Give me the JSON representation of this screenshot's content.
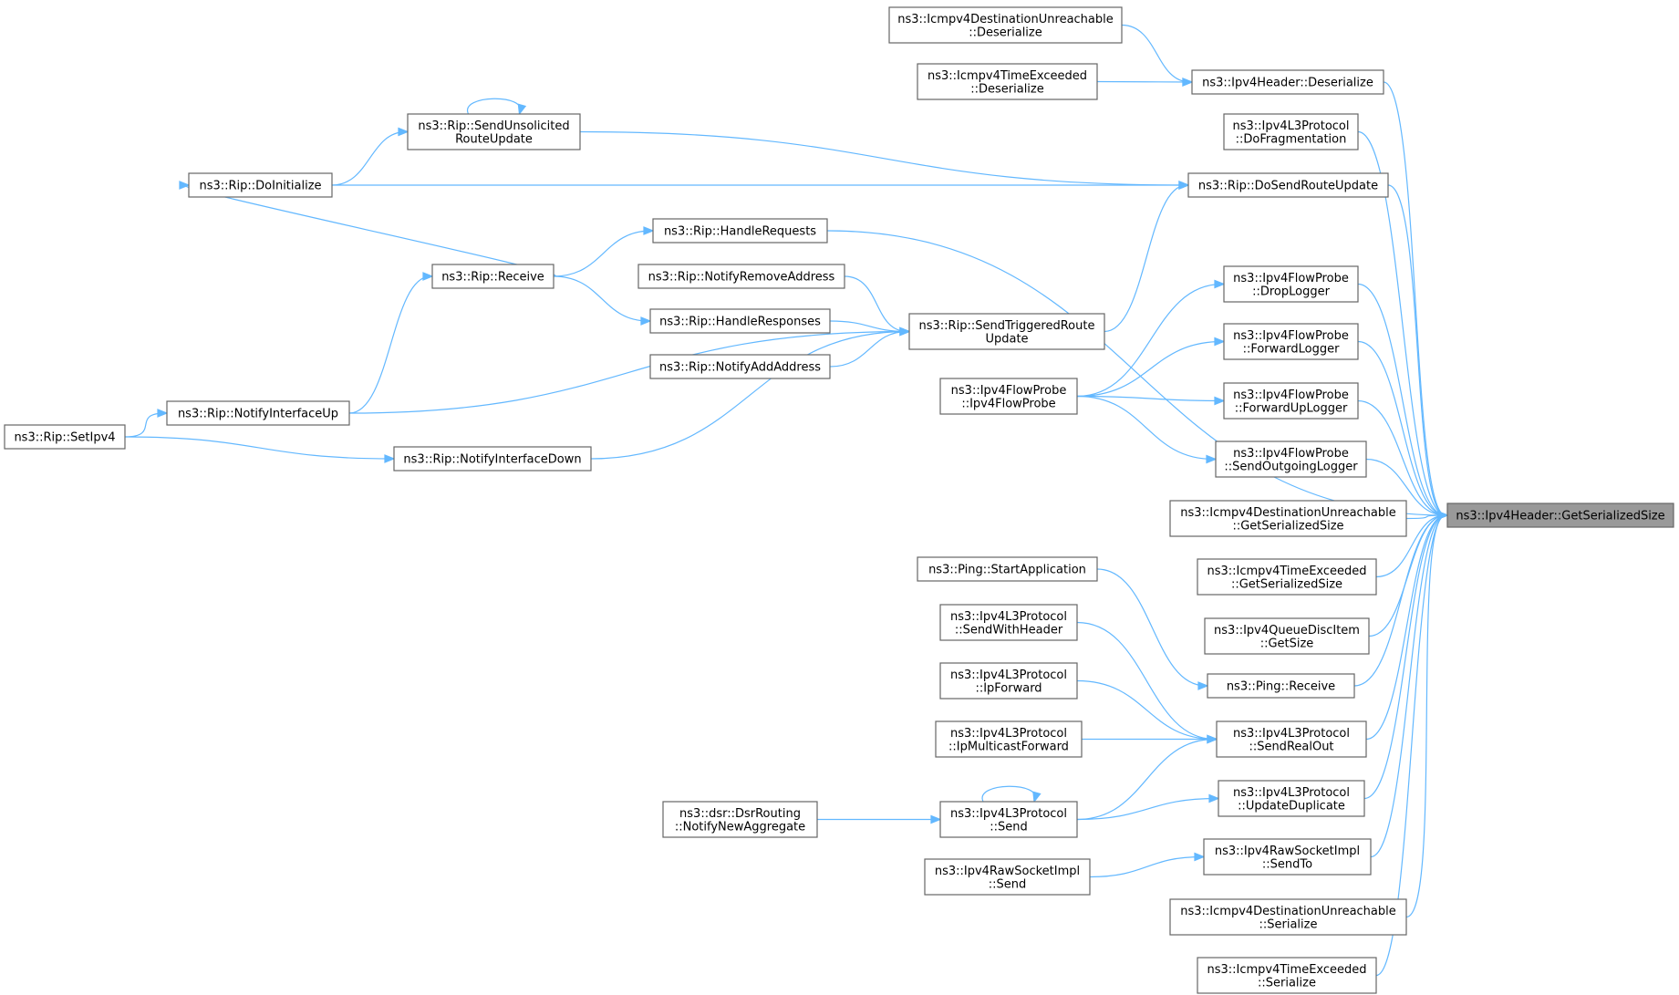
{
  "graph": {
    "root_id": "root",
    "colors": {
      "edge": "#63b8ff",
      "root_fill": "#999999",
      "box_stroke": "#666666"
    },
    "nodes": [
      {
        "id": "root",
        "lines": [
          "ns3::Ipv4Header::GetSerializedSize"
        ]
      },
      {
        "id": "icmpDU_deser",
        "lines": [
          "ns3::Icmpv4DestinationUnreachable",
          "::Deserialize"
        ]
      },
      {
        "id": "icmpTE_deser",
        "lines": [
          "ns3::Icmpv4TimeExceeded",
          "::Deserialize"
        ]
      },
      {
        "id": "ipv4h_deser",
        "lines": [
          "ns3::Ipv4Header::Deserialize"
        ]
      },
      {
        "id": "l3_dofrag",
        "lines": [
          "ns3::Ipv4L3Protocol",
          "::DoFragmentation"
        ]
      },
      {
        "id": "rip_sur",
        "lines": [
          "ns3::Rip::SendUnsolicited",
          "RouteUpdate"
        ]
      },
      {
        "id": "rip_doinit",
        "lines": [
          "ns3::Rip::DoInitialize"
        ]
      },
      {
        "id": "rip_dosend",
        "lines": [
          "ns3::Rip::DoSendRouteUpdate"
        ]
      },
      {
        "id": "rip_handlereq",
        "lines": [
          "ns3::Rip::HandleRequests"
        ]
      },
      {
        "id": "rip_receive",
        "lines": [
          "ns3::Rip::Receive"
        ]
      },
      {
        "id": "rip_notifyrem",
        "lines": [
          "ns3::Rip::NotifyRemoveAddress"
        ]
      },
      {
        "id": "rip_handleresp",
        "lines": [
          "ns3::Rip::HandleResponses"
        ]
      },
      {
        "id": "rip_notifyadd",
        "lines": [
          "ns3::Rip::NotifyAddAddress"
        ]
      },
      {
        "id": "rip_str",
        "lines": [
          "ns3::Rip::SendTriggeredRoute",
          "Update"
        ]
      },
      {
        "id": "fp_drop",
        "lines": [
          "ns3::Ipv4FlowProbe",
          "::DropLogger"
        ]
      },
      {
        "id": "fp_fwd",
        "lines": [
          "ns3::Ipv4FlowProbe",
          "::ForwardLogger"
        ]
      },
      {
        "id": "fp_ctor",
        "lines": [
          "ns3::Ipv4FlowProbe",
          "::Ipv4FlowProbe"
        ]
      },
      {
        "id": "fp_fwdup",
        "lines": [
          "ns3::Ipv4FlowProbe",
          "::ForwardUpLogger"
        ]
      },
      {
        "id": "fp_sendout",
        "lines": [
          "ns3::Ipv4FlowProbe",
          "::SendOutgoingLogger"
        ]
      },
      {
        "id": "rip_ifup",
        "lines": [
          "ns3::Rip::NotifyInterfaceUp"
        ]
      },
      {
        "id": "rip_setipv4",
        "lines": [
          "ns3::Rip::SetIpv4"
        ]
      },
      {
        "id": "rip_ifdown",
        "lines": [
          "ns3::Rip::NotifyInterfaceDown"
        ]
      },
      {
        "id": "icmpDU_gss",
        "lines": [
          "ns3::Icmpv4DestinationUnreachable",
          "::GetSerializedSize"
        ]
      },
      {
        "id": "icmpTE_gss",
        "lines": [
          "ns3::Icmpv4TimeExceeded",
          "::GetSerializedSize"
        ]
      },
      {
        "id": "qdi_getsize",
        "lines": [
          "ns3::Ipv4QueueDiscItem",
          "::GetSize"
        ]
      },
      {
        "id": "ping_start",
        "lines": [
          "ns3::Ping::StartApplication"
        ]
      },
      {
        "id": "ping_recv",
        "lines": [
          "ns3::Ping::Receive"
        ]
      },
      {
        "id": "l3_sendwh",
        "lines": [
          "ns3::Ipv4L3Protocol",
          "::SendWithHeader"
        ]
      },
      {
        "id": "l3_ipfwd",
        "lines": [
          "ns3::Ipv4L3Protocol",
          "::IpForward"
        ]
      },
      {
        "id": "l3_mcfwd",
        "lines": [
          "ns3::Ipv4L3Protocol",
          "::IpMulticastForward"
        ]
      },
      {
        "id": "l3_sendreal",
        "lines": [
          "ns3::Ipv4L3Protocol",
          "::SendRealOut"
        ]
      },
      {
        "id": "l3_send",
        "lines": [
          "ns3::Ipv4L3Protocol",
          "::Send"
        ]
      },
      {
        "id": "l3_updup",
        "lines": [
          "ns3::Ipv4L3Protocol",
          "::UpdateDuplicate"
        ]
      },
      {
        "id": "dsr_nna",
        "lines": [
          "ns3::dsr::DsrRouting",
          "::NotifyNewAggregate"
        ]
      },
      {
        "id": "raw_sendto",
        "lines": [
          "ns3::Ipv4RawSocketImpl",
          "::SendTo"
        ]
      },
      {
        "id": "raw_send",
        "lines": [
          "ns3::Ipv4RawSocketImpl",
          "::Send"
        ]
      },
      {
        "id": "icmpDU_ser",
        "lines": [
          "ns3::Icmpv4DestinationUnreachable",
          "::Serialize"
        ]
      },
      {
        "id": "icmpTE_ser",
        "lines": [
          "ns3::Icmpv4TimeExceeded",
          "::Serialize"
        ]
      }
    ],
    "edges": [
      [
        "icmpDU_deser",
        "ipv4h_deser"
      ],
      [
        "icmpTE_deser",
        "ipv4h_deser"
      ],
      [
        "ipv4h_deser",
        "root"
      ],
      [
        "l3_dofrag",
        "root"
      ],
      [
        "rip_sur",
        "rip_sur"
      ],
      [
        "rip_sur",
        "rip_dosend"
      ],
      [
        "rip_doinit",
        "rip_sur"
      ],
      [
        "rip_doinit",
        "rip_dosend"
      ],
      [
        "rip_receive",
        "rip_doinit"
      ],
      [
        "rip_dosend",
        "root"
      ],
      [
        "rip_str",
        "rip_dosend"
      ],
      [
        "rip_handlereq",
        "root"
      ],
      [
        "rip_receive",
        "rip_handlereq"
      ],
      [
        "rip_receive",
        "rip_handleresp"
      ],
      [
        "rip_ifup",
        "rip_receive"
      ],
      [
        "rip_notifyrem",
        "rip_str"
      ],
      [
        "rip_handleresp",
        "rip_str"
      ],
      [
        "rip_notifyadd",
        "rip_str"
      ],
      [
        "rip_ifup",
        "rip_str"
      ],
      [
        "rip_ifdown",
        "rip_str"
      ],
      [
        "rip_setipv4",
        "rip_ifup"
      ],
      [
        "rip_setipv4",
        "rip_ifdown"
      ],
      [
        "fp_drop",
        "root"
      ],
      [
        "fp_fwd",
        "root"
      ],
      [
        "fp_fwdup",
        "root"
      ],
      [
        "fp_sendout",
        "root"
      ],
      [
        "fp_ctor",
        "fp_drop"
      ],
      [
        "fp_ctor",
        "fp_fwd"
      ],
      [
        "fp_ctor",
        "fp_fwdup"
      ],
      [
        "fp_ctor",
        "fp_sendout"
      ],
      [
        "icmpDU_gss",
        "root"
      ],
      [
        "icmpTE_gss",
        "root"
      ],
      [
        "qdi_getsize",
        "root"
      ],
      [
        "ping_recv",
        "root"
      ],
      [
        "ping_start",
        "ping_recv"
      ],
      [
        "l3_sendreal",
        "root"
      ],
      [
        "l3_sendwh",
        "l3_sendreal"
      ],
      [
        "l3_ipfwd",
        "l3_sendreal"
      ],
      [
        "l3_mcfwd",
        "l3_sendreal"
      ],
      [
        "l3_send",
        "l3_sendreal"
      ],
      [
        "l3_send",
        "l3_send"
      ],
      [
        "l3_send",
        "l3_updup"
      ],
      [
        "dsr_nna",
        "l3_send"
      ],
      [
        "l3_updup",
        "root"
      ],
      [
        "raw_sendto",
        "root"
      ],
      [
        "raw_send",
        "raw_sendto"
      ],
      [
        "icmpDU_ser",
        "root"
      ],
      [
        "icmpTE_ser",
        "root"
      ]
    ]
  }
}
